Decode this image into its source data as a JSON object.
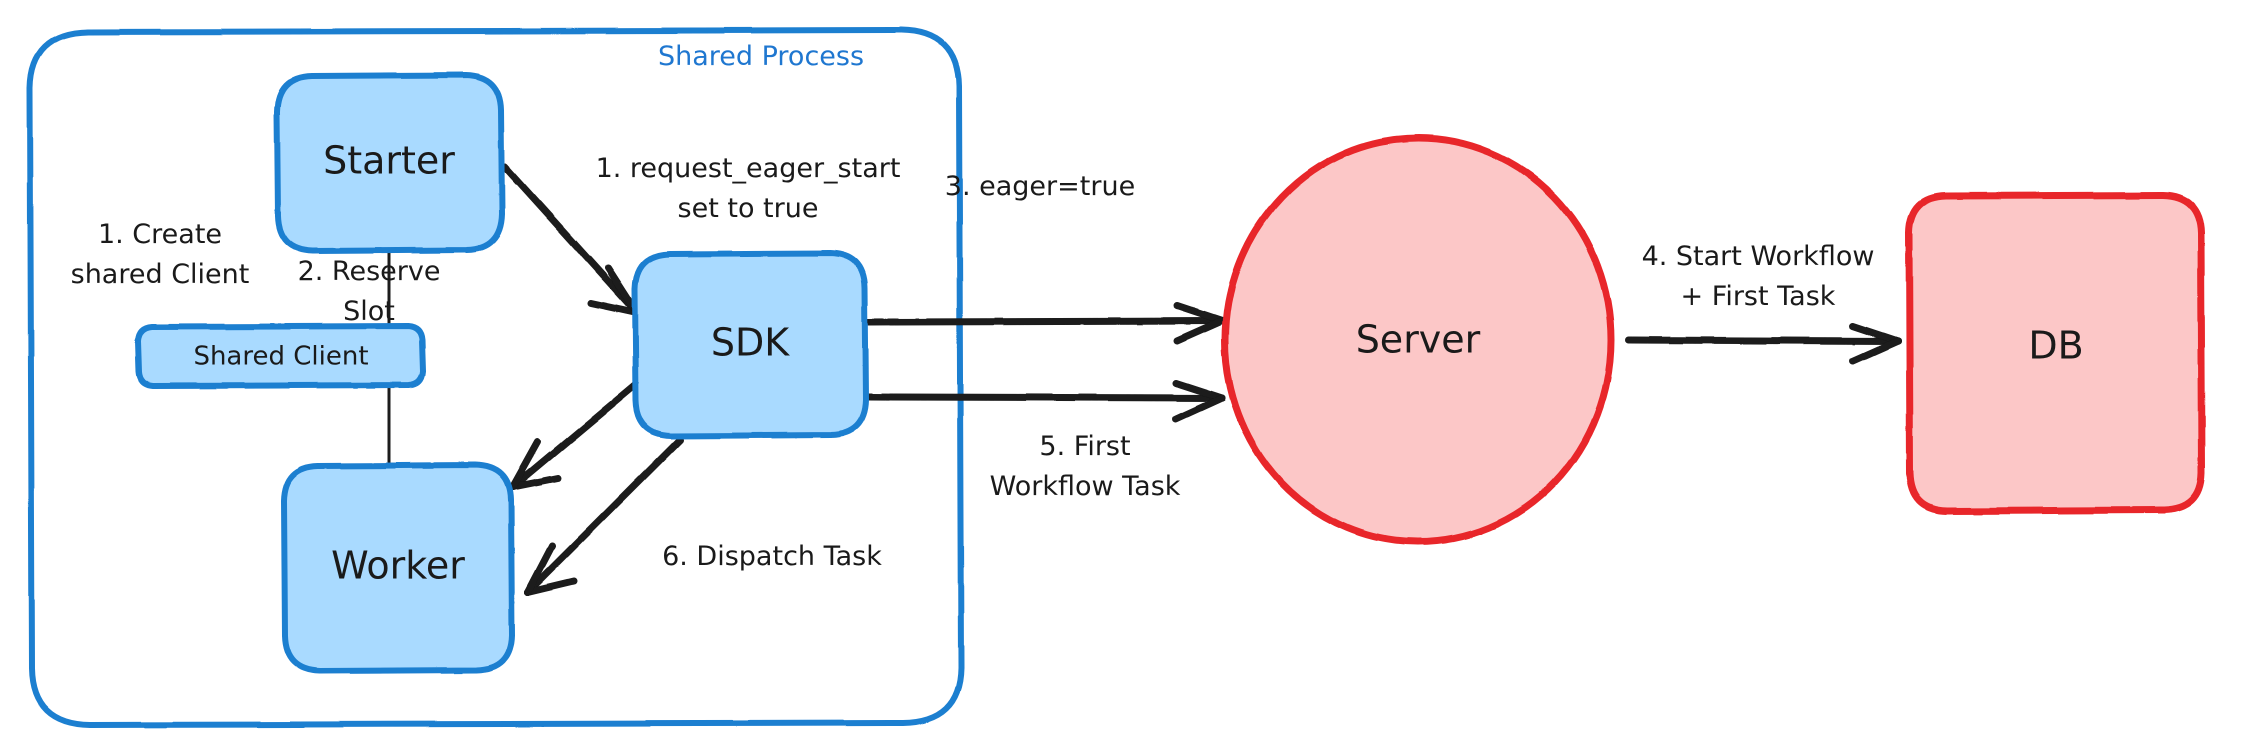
{
  "diagram": {
    "title": "Eager Workflow Start sequence",
    "colors": {
      "node_blue_fill": "#a9daff",
      "node_blue_stroke": "#1f7fd0",
      "node_red_fill": "#fcc7c7",
      "node_red_stroke": "#e8282b",
      "edge": "#1a1a1a",
      "group_label": "#1f77d0",
      "background": "#ffffff"
    },
    "group": {
      "label": "Shared Process"
    },
    "nodes": {
      "starter": "Starter",
      "shared_client": "Shared Client",
      "worker": "Worker",
      "sdk": "SDK",
      "server": "Server",
      "db": "DB"
    },
    "edges": [
      {
        "id": "create-shared-client",
        "label_line1": "1. Create",
        "label_line2": "shared Client",
        "from": "starter",
        "to": "worker"
      },
      {
        "id": "request-eager-start",
        "label_line1": "1. request_eager_start",
        "label_line2": "set to true",
        "from": "starter",
        "to": "sdk"
      },
      {
        "id": "reserve-slot",
        "label_line1": "2. Reserve",
        "label_line2": "Slot",
        "from": "sdk",
        "to": "worker"
      },
      {
        "id": "eager-true",
        "label_line1": "3. eager=true",
        "label_line2": "",
        "from": "sdk",
        "to": "server"
      },
      {
        "id": "start-workflow",
        "label_line1": "4. Start Workflow",
        "label_line2": "+ First Task",
        "from": "server",
        "to": "db"
      },
      {
        "id": "first-workflow-task",
        "label_line1": "5. First",
        "label_line2": "Workflow Task",
        "from": "server",
        "to": "sdk"
      },
      {
        "id": "dispatch-task",
        "label_line1": "6. Dispatch Task",
        "label_line2": "",
        "from": "sdk",
        "to": "worker"
      }
    ]
  }
}
